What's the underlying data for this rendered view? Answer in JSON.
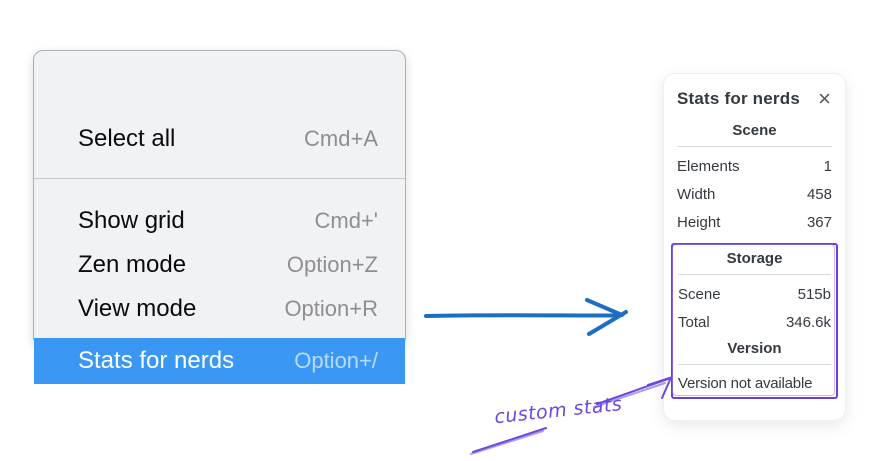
{
  "context_menu": {
    "items": [
      {
        "label": "Select all",
        "shortcut": "Cmd+A",
        "selected": false
      },
      {
        "label": "Show grid",
        "shortcut": "Cmd+'",
        "selected": false
      },
      {
        "label": "Zen mode",
        "shortcut": "Option+Z",
        "selected": false
      },
      {
        "label": "View mode",
        "shortcut": "Option+R",
        "selected": false
      },
      {
        "label": "Stats for nerds",
        "shortcut": "Option+/",
        "selected": true
      }
    ],
    "colors": {
      "highlight": "#3a98f4",
      "background": "#f1f2f4",
      "shortcut_gray": "#8e8e93"
    }
  },
  "stats_panel": {
    "title": "Stats for nerds",
    "close_icon": "×",
    "sections": [
      {
        "header": "Scene",
        "rows": [
          {
            "label": "Elements",
            "value": "1"
          },
          {
            "label": "Width",
            "value": "458"
          },
          {
            "label": "Height",
            "value": "367"
          }
        ]
      },
      {
        "header": "Storage",
        "rows": [
          {
            "label": "Scene",
            "value": "515b"
          },
          {
            "label": "Total",
            "value": "346.6k"
          }
        ]
      },
      {
        "header": "Version",
        "note": "Version not available"
      }
    ]
  },
  "annotations": {
    "custom_stats_label": "custom stats",
    "arrow_blue": "#1b6ec2",
    "highlight_purple": "#6741d9"
  }
}
